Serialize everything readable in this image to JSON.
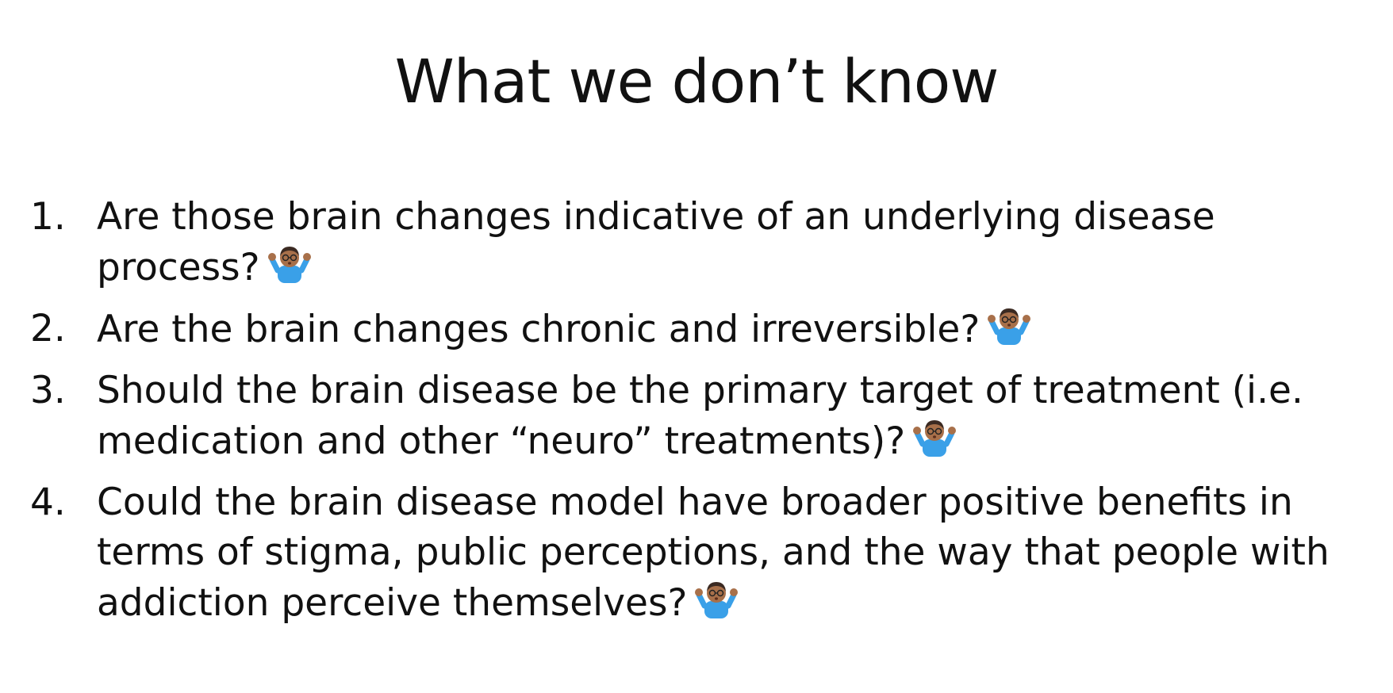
{
  "slide": {
    "title": "What we don’t know"
  },
  "items": [
    {
      "number": "1.",
      "text": "Are those brain changes indicative of an underlying disease process?",
      "icon": "person-shrugging-icon"
    },
    {
      "number": "2.",
      "text": "Are the brain changes chronic and irreversible?",
      "icon": "person-shrugging-icon"
    },
    {
      "number": "3.",
      "text": "Should the brain disease be the primary target of treatment (i.e. medication and other “neuro” treatments)?",
      "icon": "person-shrugging-icon"
    },
    {
      "number": "4.",
      "text": "Could the brain disease model have broader positive benefits in terms of stigma, public perceptions, and the way that people with addiction perceive themselves?",
      "icon": "person-shrugging-icon"
    }
  ],
  "colors": {
    "text": "#111111",
    "background": "#ffffff",
    "shirt": "#3aa0e8",
    "skin": "#a8704a",
    "hair": "#3b2a22"
  }
}
